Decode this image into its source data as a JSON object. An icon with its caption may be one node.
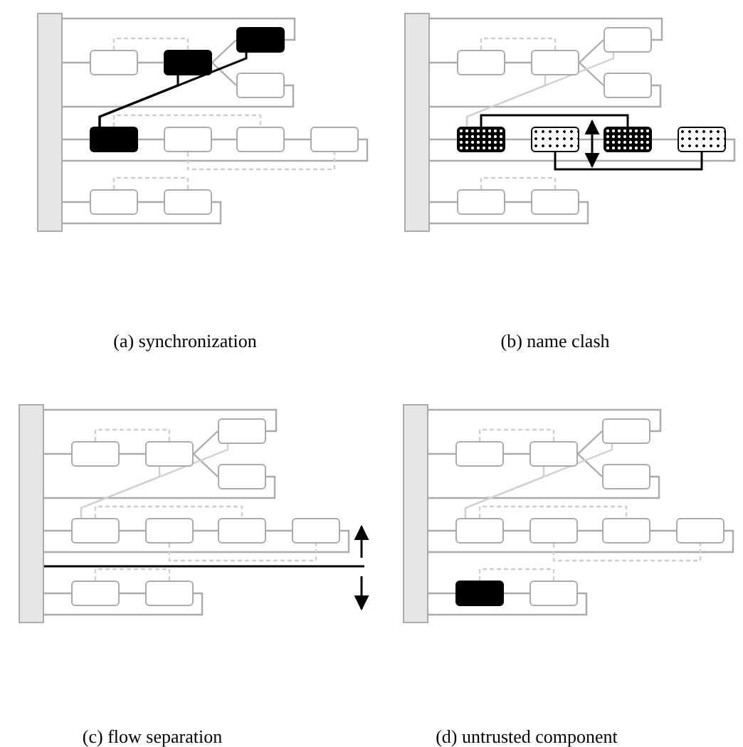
{
  "diagram": {
    "nodes": [
      {
        "text": [],
        "shape": "bar"
      },
      {
        "text": [],
        "shape": "box"
      },
      {
        "text": [],
        "shape": "box"
      },
      {
        "text": [],
        "shape": "box"
      },
      {
        "text": [],
        "shape": "box"
      },
      {
        "text": [],
        "shape": "box"
      },
      {
        "text": [],
        "shape": "box"
      },
      {
        "text": [],
        "shape": "box"
      },
      {
        "text": [],
        "shape": "box"
      },
      {
        "text": [],
        "shape": "box"
      },
      {
        "text": [],
        "shape": "box"
      },
      {
        "text": [],
        "shape": "bar"
      },
      {
        "text": [],
        "shape": "box"
      },
      {
        "text": [],
        "shape": "box"
      },
      {
        "text": [],
        "shape": "box"
      },
      {
        "text": [],
        "shape": "box"
      },
      {
        "text": [],
        "shape": "box"
      },
      {
        "text": [],
        "shape": "box"
      },
      {
        "text": [],
        "shape": "box"
      },
      {
        "text": [],
        "shape": "box"
      },
      {
        "text": [],
        "shape": "box"
      },
      {
        "text": [],
        "shape": "box"
      },
      {
        "text": [],
        "shape": "bar"
      },
      {
        "text": [],
        "shape": "box"
      },
      {
        "text": [],
        "shape": "box"
      },
      {
        "text": [],
        "shape": "box"
      },
      {
        "text": [],
        "shape": "box"
      },
      {
        "text": [],
        "shape": "box"
      },
      {
        "text": [],
        "shape": "box"
      },
      {
        "text": [],
        "shape": "box"
      },
      {
        "text": [],
        "shape": "box"
      },
      {
        "text": [],
        "shape": "box"
      },
      {
        "text": [],
        "shape": "box"
      },
      {
        "text": [],
        "shape": "bar"
      },
      {
        "text": [],
        "shape": "box"
      },
      {
        "text": [],
        "shape": "box"
      },
      {
        "text": [],
        "shape": "box"
      },
      {
        "text": [],
        "shape": "box"
      },
      {
        "text": [],
        "shape": "box"
      },
      {
        "text": [],
        "shape": "box"
      },
      {
        "text": [],
        "shape": "box"
      },
      {
        "text": [],
        "shape": "box"
      },
      {
        "text": [],
        "shape": "box"
      },
      {
        "text": [],
        "shape": "box"
      }
    ],
    "edges": [
      {
        "from": 0,
        "to": 3,
        "arrow": "none"
      },
      {
        "from": 0,
        "to": 1,
        "arrow": "none"
      },
      {
        "from": 1,
        "to": 2,
        "arrow": "none"
      },
      {
        "from": 2,
        "to": 3,
        "arrow": "none"
      },
      {
        "from": 2,
        "to": 4,
        "arrow": "none"
      },
      {
        "from": 4,
        "to": 0,
        "arrow": "none"
      },
      {
        "from": 0,
        "to": 5,
        "arrow": "none"
      },
      {
        "from": 5,
        "to": 6,
        "arrow": "none"
      },
      {
        "from": 6,
        "to": 7,
        "arrow": "none"
      },
      {
        "from": 7,
        "to": 8,
        "arrow": "none"
      },
      {
        "from": 8,
        "to": 0,
        "arrow": "none"
      },
      {
        "from": 0,
        "to": 9,
        "arrow": "none"
      },
      {
        "from": 9,
        "to": 10,
        "arrow": "none"
      },
      {
        "from": 10,
        "to": 0,
        "arrow": "none"
      },
      {
        "from": 1,
        "to": 2,
        "arrow": "none",
        "style": "dashed",
        "color": "#d0d0d0"
      },
      {
        "from": 5,
        "to": 7,
        "arrow": "none",
        "style": "dashed",
        "color": "#d0d0d0"
      },
      {
        "from": 6,
        "to": 8,
        "arrow": "none",
        "style": "dashed",
        "color": "#d0d0d0"
      },
      {
        "from": 9,
        "to": 10,
        "arrow": "none",
        "style": "dashed",
        "color": "#d0d0d0"
      },
      {
        "from": 3,
        "to": 5,
        "arrow": "none",
        "color": "#000000"
      },
      {
        "from": 2,
        "to": 5,
        "arrow": "none",
        "color": "#000000"
      },
      {
        "from": 11,
        "to": 14,
        "arrow": "none"
      },
      {
        "from": 11,
        "to": 12,
        "arrow": "none"
      },
      {
        "from": 12,
        "to": 13,
        "arrow": "none"
      },
      {
        "from": 13,
        "to": 14,
        "arrow": "none"
      },
      {
        "from": 13,
        "to": 15,
        "arrow": "none"
      },
      {
        "from": 15,
        "to": 11,
        "arrow": "none"
      },
      {
        "from": 11,
        "to": 16,
        "arrow": "none"
      },
      {
        "from": 16,
        "to": 17,
        "arrow": "none"
      },
      {
        "from": 17,
        "to": 18,
        "arrow": "none"
      },
      {
        "from": 18,
        "to": 19,
        "arrow": "none"
      },
      {
        "from": 19,
        "to": 11,
        "arrow": "none"
      },
      {
        "from": 11,
        "to": 20,
        "arrow": "none"
      },
      {
        "from": 20,
        "to": 21,
        "arrow": "none"
      },
      {
        "from": 21,
        "to": 11,
        "arrow": "none"
      },
      {
        "from": 12,
        "to": 13,
        "arrow": "none",
        "style": "dashed",
        "color": "#d0d0d0"
      },
      {
        "from": 16,
        "to": 18,
        "arrow": "none",
        "color": "#000000"
      },
      {
        "from": 17,
        "to": 19,
        "arrow": "none",
        "color": "#000000"
      },
      {
        "from": 20,
        "to": 21,
        "arrow": "none",
        "style": "dashed",
        "color": "#d0d0d0"
      },
      {
        "from": 14,
        "to": 16,
        "arrow": "none",
        "color": "#d0d0d0"
      },
      {
        "from": 13,
        "to": 16,
        "arrow": "none",
        "color": "#d0d0d0"
      },
      {
        "from": 22,
        "to": 25,
        "arrow": "none"
      },
      {
        "from": 22,
        "to": 23,
        "arrow": "none"
      },
      {
        "from": 23,
        "to": 24,
        "arrow": "none"
      },
      {
        "from": 24,
        "to": 25,
        "arrow": "none"
      },
      {
        "from": 24,
        "to": 26,
        "arrow": "none"
      },
      {
        "from": 26,
        "to": 22,
        "arrow": "none"
      },
      {
        "from": 22,
        "to": 27,
        "arrow": "none"
      },
      {
        "from": 27,
        "to": 28,
        "arrow": "none"
      },
      {
        "from": 28,
        "to": 29,
        "arrow": "none"
      },
      {
        "from": 29,
        "to": 30,
        "arrow": "none"
      },
      {
        "from": 30,
        "to": 22,
        "arrow": "none"
      },
      {
        "from": 22,
        "to": 31,
        "arrow": "none"
      },
      {
        "from": 31,
        "to": 32,
        "arrow": "none"
      },
      {
        "from": 32,
        "to": 22,
        "arrow": "none"
      },
      {
        "from": 23,
        "to": 24,
        "arrow": "none",
        "style": "dashed",
        "color": "#d0d0d0"
      },
      {
        "from": 27,
        "to": 29,
        "arrow": "none",
        "style": "dashed",
        "color": "#d0d0d0"
      },
      {
        "from": 28,
        "to": 30,
        "arrow": "none",
        "style": "dashed",
        "color": "#d0d0d0"
      },
      {
        "from": 31,
        "to": 32,
        "arrow": "none",
        "style": "dashed",
        "color": "#d0d0d0"
      },
      {
        "from": 25,
        "to": 27,
        "arrow": "none",
        "color": "#d0d0d0"
      },
      {
        "from": 24,
        "to": 27,
        "arrow": "none",
        "color": "#d0d0d0"
      },
      {
        "from": 33,
        "to": 36,
        "arrow": "none"
      },
      {
        "from": 33,
        "to": 34,
        "arrow": "none"
      },
      {
        "from": 34,
        "to": 35,
        "arrow": "none"
      },
      {
        "from": 35,
        "to": 36,
        "arrow": "none"
      },
      {
        "from": 35,
        "to": 37,
        "arrow": "none"
      },
      {
        "from": 37,
        "to": 33,
        "arrow": "none"
      },
      {
        "from": 33,
        "to": 38,
        "arrow": "none"
      },
      {
        "from": 38,
        "to": 39,
        "arrow": "none"
      },
      {
        "from": 39,
        "to": 40,
        "arrow": "none"
      },
      {
        "from": 40,
        "to": 41,
        "arrow": "none"
      },
      {
        "from": 41,
        "to": 33,
        "arrow": "none"
      },
      {
        "from": 33,
        "to": 42,
        "arrow": "none"
      },
      {
        "from": 42,
        "to": 43,
        "arrow": "none"
      },
      {
        "from": 43,
        "to": 33,
        "arrow": "none"
      },
      {
        "from": 34,
        "to": 35,
        "arrow": "none",
        "style": "dashed",
        "color": "#d0d0d0"
      },
      {
        "from": 38,
        "to": 40,
        "arrow": "none",
        "style": "dashed",
        "color": "#d0d0d0"
      },
      {
        "from": 39,
        "to": 41,
        "arrow": "none",
        "style": "dashed",
        "color": "#d0d0d0"
      },
      {
        "from": 42,
        "to": 43,
        "arrow": "none",
        "style": "dashed",
        "color": "#d0d0d0"
      },
      {
        "from": 36,
        "to": 38,
        "arrow": "none",
        "color": "#d0d0d0"
      },
      {
        "from": 35,
        "to": 38,
        "arrow": "none",
        "color": "#d0d0d0"
      }
    ],
    "labels": [
      "(a) synchronization",
      "(b) name clash",
      "(c) flow separation",
      "(d) untrusted component"
    ]
  }
}
